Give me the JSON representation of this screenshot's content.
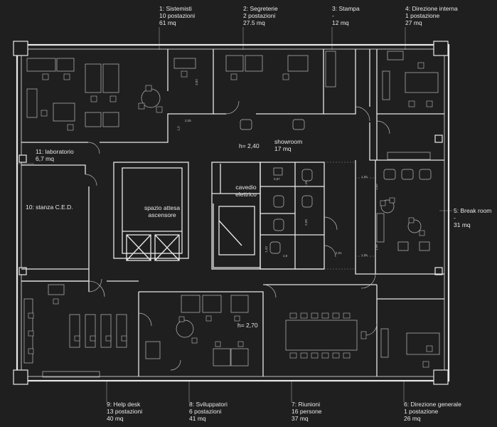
{
  "rooms_top": [
    {
      "id": "sistemisti",
      "name": "1: Sistemisti",
      "line2": "10 postazioni",
      "area": "61 mq"
    },
    {
      "id": "segreterie",
      "name": "2: Segreterie",
      "line2": "2 postazioni",
      "area": "27.5 mq"
    },
    {
      "id": "stampa",
      "name": "3: Stampa",
      "line2": "-",
      "area": "12 mq"
    },
    {
      "id": "direzione-interna",
      "name": "4: Direzione interna",
      "line2": "1 postazione",
      "area": "27 mq"
    }
  ],
  "rooms_bottom": [
    {
      "id": "help-desk",
      "name": "9: Help desk",
      "line2": "13 postazioni",
      "area": "40 mq"
    },
    {
      "id": "sviluppatori",
      "name": "8: Sviluppatori",
      "line2": "6 postazioni",
      "area": "41 mq"
    },
    {
      "id": "riunioni",
      "name": "7: Riunioni",
      "line2": "16 persone",
      "area": "37 mq"
    },
    {
      "id": "direzione-generale",
      "name": "6: Direzione generale",
      "line2": "1 postazione",
      "area": "26 mq"
    }
  ],
  "break_room": {
    "name": "5: Break room",
    "line2": "-",
    "area": "31 mq"
  },
  "laboratorio": {
    "name": "11: laboratorio",
    "area": "6,7 mq"
  },
  "ced": {
    "name": "10: stanza C.E.D."
  },
  "showroom": {
    "name": "showroom",
    "area": "17 mq",
    "height": "h= 2,40"
  },
  "attesa": {
    "line1": "spazio attesa",
    "line2": "ascensore"
  },
  "cavedio": {
    "line1": "cavedio",
    "line2": "elettrico"
  },
  "sviluppatori_height": "h= 2,70",
  "dimensions": {
    "d1": "3,82",
    "d2": "2,05",
    "d3": "1,9",
    "d4": "1,05",
    "d5": "1,02",
    "d6": "2,00",
    "d7": "2,01",
    "d8": "1,05",
    "d9": "1,06",
    "d10": "2,10",
    "d11": "0,87",
    "d12": "2,8",
    "d13": "1,43"
  },
  "colors": {
    "background": "#1f1f1f",
    "walls": "#e8e8e8",
    "furniture": "#bdbdbd"
  }
}
